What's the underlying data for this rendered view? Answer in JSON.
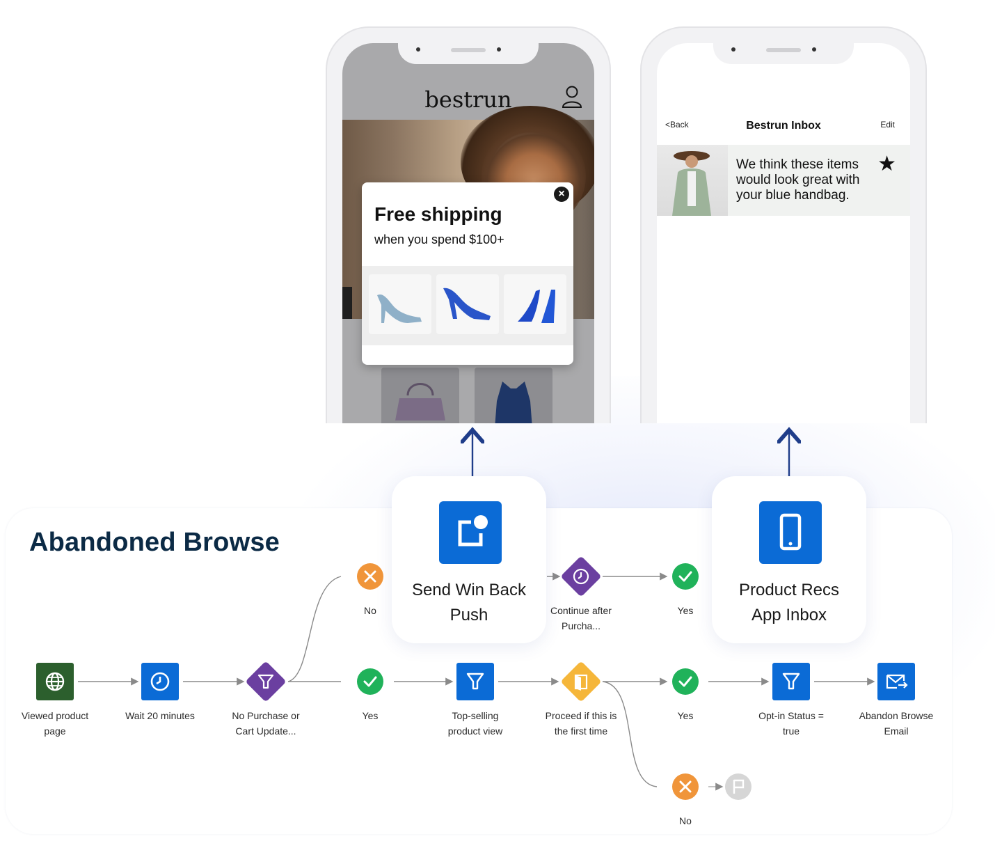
{
  "title": "Abandoned Browse",
  "phone1": {
    "brand": "bestrun",
    "popup": {
      "headline": "Free shipping",
      "subtext": "when you spend $100+",
      "close_icon": "close-icon"
    }
  },
  "phone2": {
    "back": "<Back",
    "title": "Bestrun Inbox",
    "edit": "Edit",
    "message": "We think these items would look great with your blue handbag.",
    "star": "★"
  },
  "highlights": {
    "push": {
      "label_line1": "Send Win Back",
      "label_line2": "Push",
      "icon": "push-notification-icon"
    },
    "inbox": {
      "label_line1": "Product Recs",
      "label_line2": "App Inbox",
      "icon": "mobile-phone-icon"
    }
  },
  "nodes": {
    "viewed": {
      "label_line1": "Viewed product",
      "label_line2": "page",
      "icon": "globe-icon",
      "color": "#2c5f2d"
    },
    "wait": {
      "label_line1": "Wait 20 minutes",
      "label_line2": "",
      "icon": "clock-icon",
      "color": "#0b6bd6"
    },
    "no_purchase": {
      "label_line1": "No Purchase or",
      "label_line2": "Cart Update...",
      "icon": "filter-icon",
      "color": "#6b3fa0"
    },
    "no_top": {
      "label_line1": "No",
      "icon": "x-icon",
      "color": "#f0953a"
    },
    "yes_mid": {
      "label_line1": "Yes",
      "icon": "check-icon",
      "color": "#20b25a"
    },
    "top_selling": {
      "label_line1": "Top-selling",
      "label_line2": "product view",
      "icon": "filter-icon",
      "color": "#0b6bd6"
    },
    "continue_after": {
      "label_line1": "Continue after",
      "label_line2": "Purcha...",
      "icon": "clock-icon",
      "color": "#6b3fa0"
    },
    "yes_top": {
      "label_line1": "Yes",
      "icon": "check-icon",
      "color": "#20b25a"
    },
    "proceed_first": {
      "label_line1": "Proceed if this is",
      "label_line2": "the first time",
      "icon": "door-icon",
      "color": "#f5b63a"
    },
    "yes_right": {
      "label_line1": "Yes",
      "icon": "check-icon",
      "color": "#20b25a"
    },
    "optin": {
      "label_line1": "Opt-in Status =",
      "label_line2": "true",
      "icon": "filter-icon",
      "color": "#0b6bd6"
    },
    "email": {
      "label_line1": "Abandon Browse",
      "label_line2": "Email",
      "icon": "email-send-icon",
      "color": "#0b6bd6"
    },
    "no_bottom": {
      "label_line1": "No",
      "icon": "x-icon",
      "color": "#f0953a"
    },
    "end": {
      "icon": "flag-icon",
      "color": "#d6d6d6"
    }
  },
  "colors": {
    "arrow_blue": "#1f3d8a",
    "connector": "#8a8a8a"
  }
}
